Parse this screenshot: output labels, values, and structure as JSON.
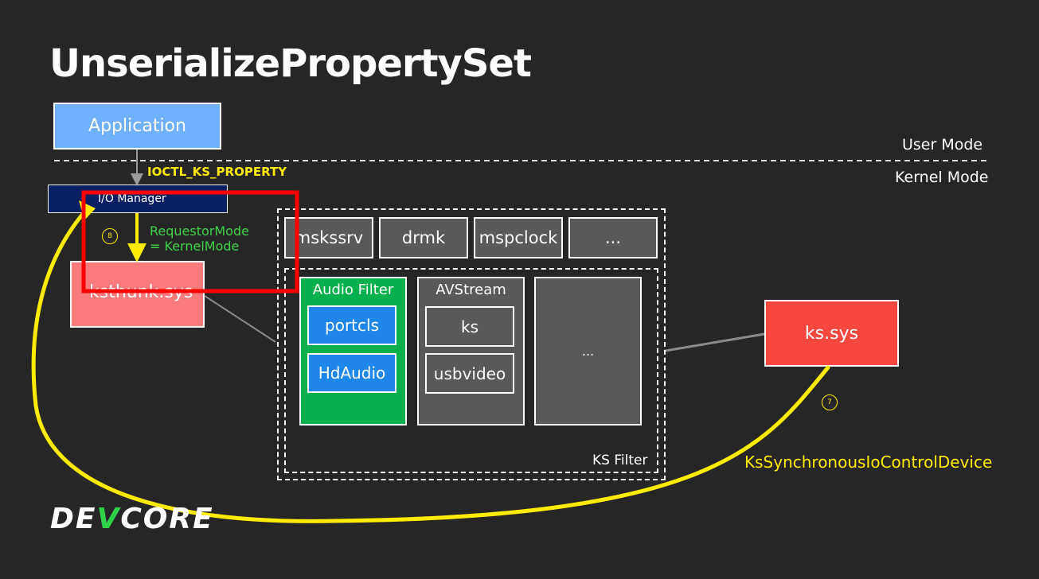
{
  "title": "UnserializePropertySet",
  "modes": {
    "user": "User Mode",
    "kernel": "Kernel Mode"
  },
  "nodes": {
    "application": "Application",
    "io_manager": "I/O Manager",
    "ksthunk": "ksthunk.sys",
    "kssys": "ks.sys"
  },
  "top_row": [
    "mskssrv",
    "drmk",
    "mspclock",
    "..."
  ],
  "filters": {
    "audio": {
      "title": "Audio Filter",
      "items": [
        "portcls",
        "HdAudio"
      ]
    },
    "avstream": {
      "title": "AVStream",
      "items": [
        "ks",
        "usbvideo"
      ]
    },
    "other": {
      "label": "..."
    },
    "group_label": "KS Filter"
  },
  "labels": {
    "ioctl": "IOCTL_KS_PROPERTY",
    "requestor_line1": "RequestorMode",
    "requestor_line2": "= KernelMode",
    "step8": "8",
    "step7": "7",
    "ks_sync": "KsSynchronousIoControlDevice"
  },
  "logo": {
    "left": "DE",
    "mark": "V",
    "right": "CORE"
  },
  "colors": {
    "background": "#262626",
    "application": "#6fb1ff",
    "io_manager": "#0a1f63",
    "ksthunk": "#f97b7b",
    "kssys": "#f8473f",
    "audio_filter": "#05b04d",
    "audio_items": "#1f86ec",
    "gray": "#595959",
    "highlight": "#ff0000",
    "arrow_yellow": "#ffec00",
    "text_green": "#3ed34a"
  }
}
